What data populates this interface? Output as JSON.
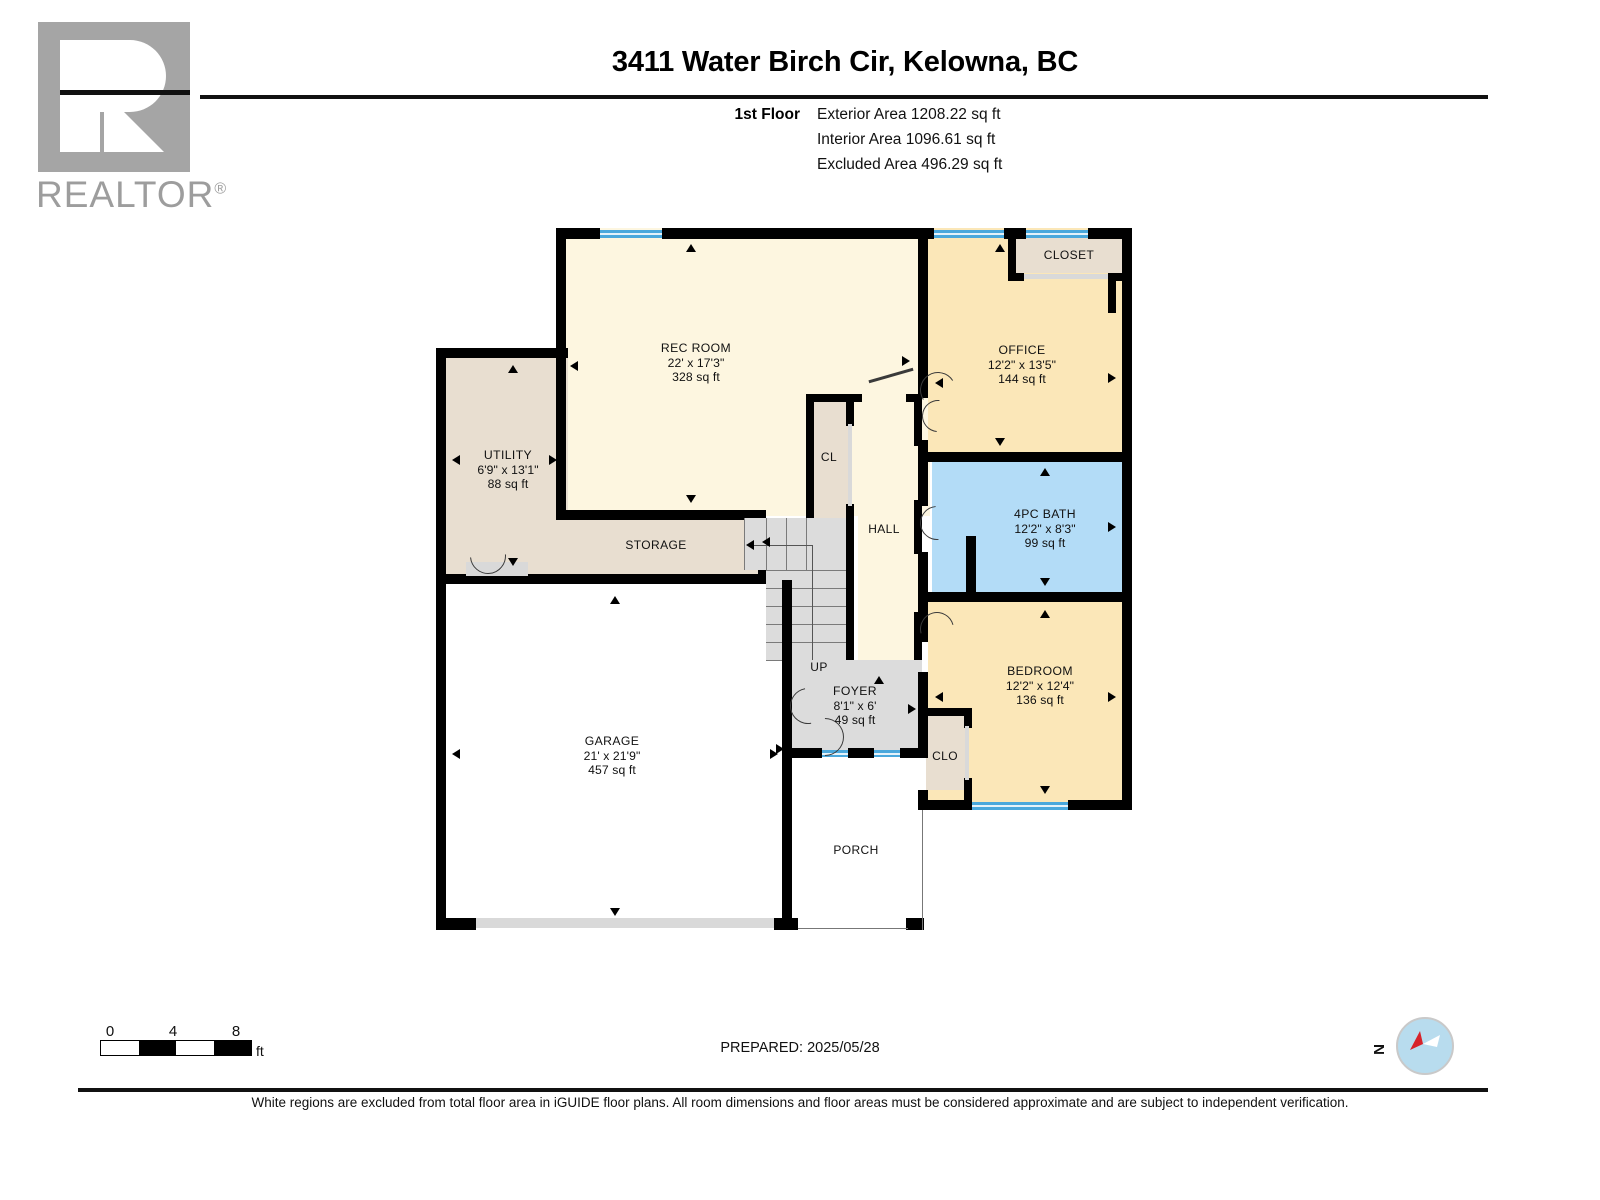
{
  "header": {
    "title": "3411 Water Birch Cir, Kelowna, BC",
    "floor_label": "1st Floor",
    "exterior_area": "Exterior Area 1208.22 sq ft",
    "interior_area": "Interior Area 1096.61 sq ft",
    "excluded_area": "Excluded Area 496.29 sq ft"
  },
  "logo": {
    "wordmark": "REALTOR",
    "registered": "®"
  },
  "plan": {
    "rooms": [
      {
        "id": "rec",
        "name": "REC ROOM",
        "dim": "22' x 17'3\"",
        "sqft": "328 sq ft"
      },
      {
        "id": "utility",
        "name": "UTILITY",
        "dim": "6'9\" x 13'1\"",
        "sqft": "88 sq ft"
      },
      {
        "id": "storage",
        "name": "STORAGE",
        "dim": "",
        "sqft": ""
      },
      {
        "id": "office",
        "name": "OFFICE",
        "dim": "12'2\" x 13'5\"",
        "sqft": "144 sq ft"
      },
      {
        "id": "closet",
        "name": "CLOSET",
        "dim": "",
        "sqft": ""
      },
      {
        "id": "bath",
        "name": "4PC BATH",
        "dim": "12'2\" x 8'3\"",
        "sqft": "99 sq ft"
      },
      {
        "id": "bedroom",
        "name": "BEDROOM",
        "dim": "12'2\" x 12'4\"",
        "sqft": "136 sq ft"
      },
      {
        "id": "clo",
        "name": "CLO",
        "dim": "",
        "sqft": ""
      },
      {
        "id": "cl",
        "name": "CL",
        "dim": "",
        "sqft": ""
      },
      {
        "id": "hall",
        "name": "HALL",
        "dim": "",
        "sqft": ""
      },
      {
        "id": "foyer",
        "name": "FOYER",
        "dim": "8'1\" x 6'",
        "sqft": "49 sq ft"
      },
      {
        "id": "garage",
        "name": "GARAGE",
        "dim": "21' x 21'9\"",
        "sqft": "457 sq ft"
      },
      {
        "id": "porch",
        "name": "PORCH",
        "dim": "",
        "sqft": ""
      }
    ],
    "stair_label": "UP"
  },
  "footer": {
    "scale_ticks": [
      "0",
      "4",
      "8"
    ],
    "scale_unit": "ft",
    "prepared": "PREPARED: 2025/05/28",
    "compass_label": "N",
    "disclaimer": "White regions are excluded from total floor area in iGUIDE floor plans. All room dimensions and floor areas must be considered approximate and are subject to independent verification."
  },
  "colors": {
    "cream": "#fdf6e0",
    "yellow": "#fbe7b8",
    "beige": "#e8ded0",
    "bath_blue": "#b3dcf7",
    "gray": "#dcdcdc",
    "window_blue": "#4aa8dc",
    "wall": "#000000",
    "logo_gray": "#a5a5a5",
    "compass_red": "#d7232a"
  }
}
